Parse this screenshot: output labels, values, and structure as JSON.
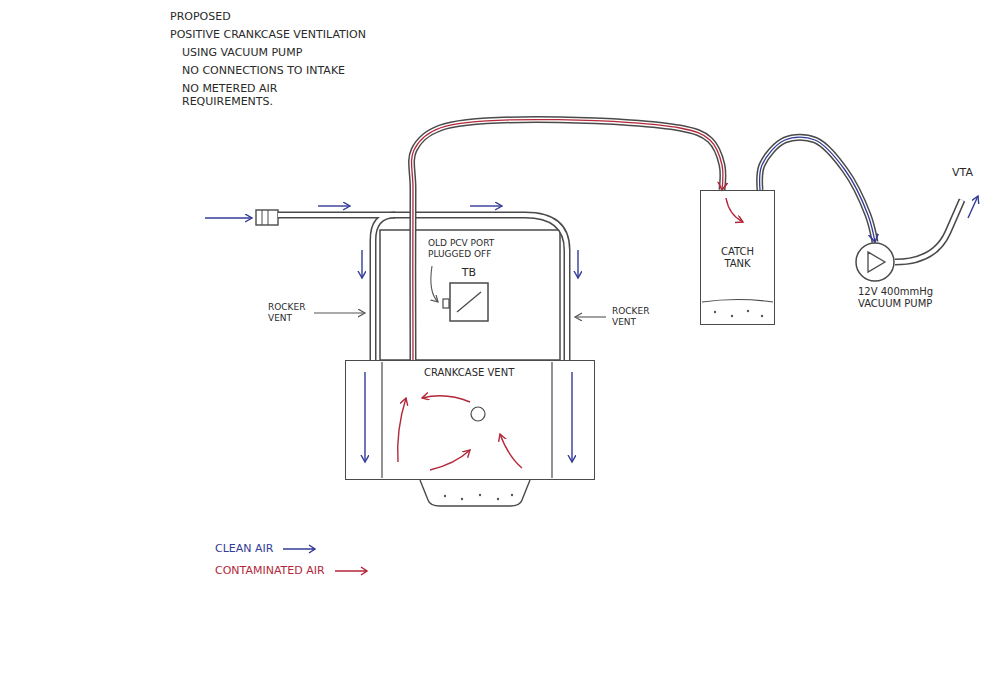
{
  "diagram": {
    "nodes": [
      {
        "text": [
          "TB"
        ]
      },
      {
        "text": [
          "CRANKCASE VENT"
        ]
      },
      {
        "text": [
          "CATCH TANK"
        ]
      },
      {
        "text": [
          "12V 400mmHg VACUUM PUMP"
        ]
      }
    ],
    "edges": [
      {
        "from": 1,
        "to": 2,
        "arrow": "to"
      },
      {
        "from": 2,
        "to": 3,
        "arrow": "to"
      }
    ],
    "labels": [
      "PROPOSED",
      "POSITIVE CRANKCASE VENTILATION",
      "USING VACUUM PUMP",
      "NO CONNECTIONS TO INTAKE",
      "NO METERED AIR REQUIREMENTS.",
      "OLD PCV PORT PLUGGED OFF",
      "ROCKER VENT",
      "ROCKER VENT",
      "VTA"
    ],
    "legend": [
      {
        "text": "CLEAN AIR"
      },
      {
        "text": "CONTAMINATED AIR"
      }
    ]
  }
}
